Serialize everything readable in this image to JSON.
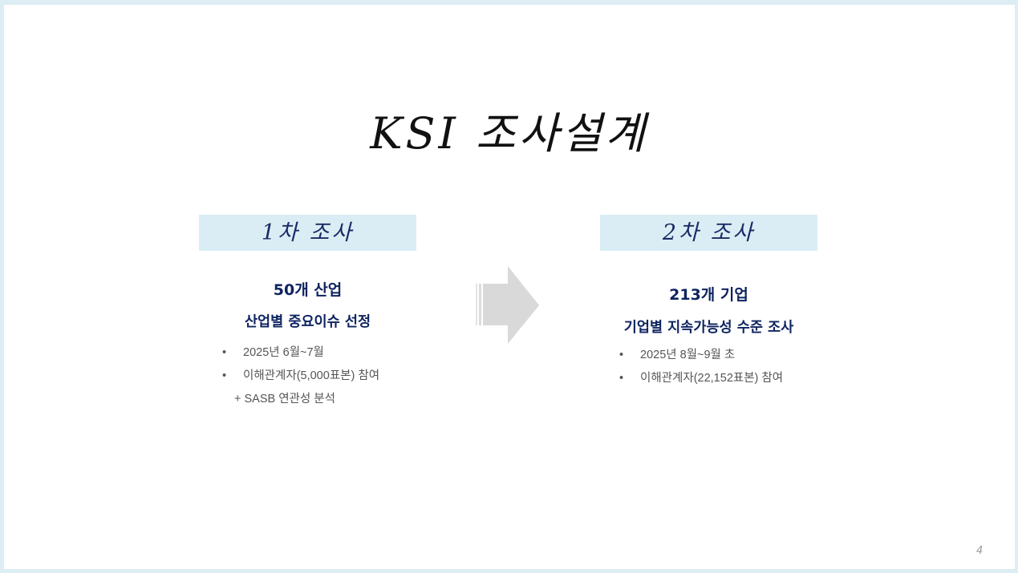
{
  "title": "KSI 조사설계",
  "left": {
    "header": "1차 조사",
    "headline": "50개 산업",
    "subhead": "산업별 중요이슈 선정",
    "bullets": [
      "2025년 6월~7월",
      "이해관계자(5,000표본) 참여"
    ],
    "extra": "+ SASB 연관성 분석"
  },
  "right": {
    "header": "2차 조사",
    "headline": "213개 기업",
    "subhead": "기업별 지속가능성 수준 조사",
    "bullets": [
      "2025년 8월~9월 초",
      "이해관계자(22,152표본) 참여"
    ]
  },
  "bullet_char": "•",
  "page_number": "4",
  "colors": {
    "frame": "#dcedf3",
    "header_bg": "#daedf4",
    "heading": "#0f2460",
    "arrow": "#d9d9d9"
  }
}
